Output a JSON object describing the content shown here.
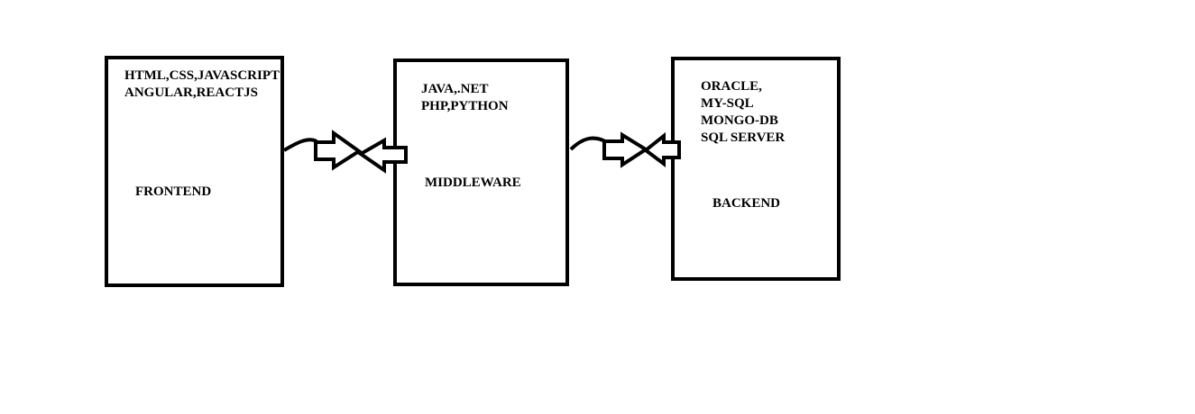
{
  "frontend": {
    "tech_line_1": "HTML,CSS,JAVASCRIPT",
    "tech_line_2": "ANGULAR,REACTJS",
    "label": "FRONTEND"
  },
  "middleware": {
    "tech_line_1": "JAVA,.NET",
    "tech_line_2": "PHP,PYTHON",
    "label": "MIDDLEWARE"
  },
  "backend": {
    "tech_line_1": "ORACLE,",
    "tech_line_2": "MY-SQL",
    "tech_line_3": "MONGO-DB",
    "tech_line_4": "SQL SERVER",
    "label": "BACKEND"
  },
  "colors": {
    "stroke": "#000000",
    "background": "#ffffff"
  }
}
